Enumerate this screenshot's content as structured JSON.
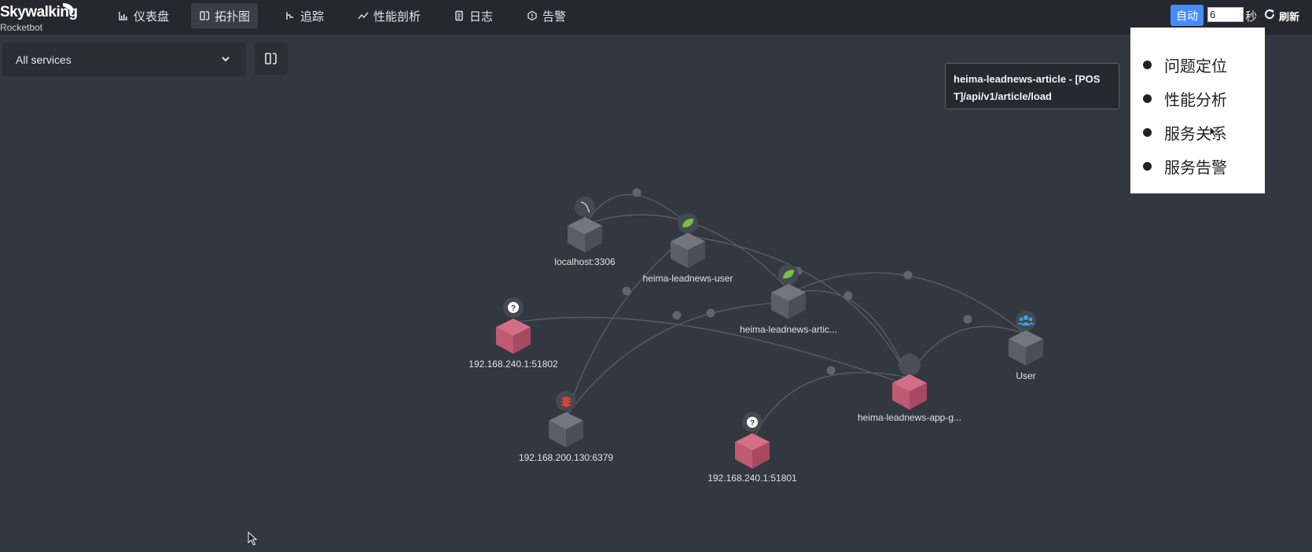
{
  "brand": {
    "name": "Skywalking",
    "sub": "Rocketbot"
  },
  "nav": [
    {
      "label": "仪表盘",
      "icon": "dashboard-icon",
      "active": false
    },
    {
      "label": "拓扑图",
      "icon": "topology-icon",
      "active": true
    },
    {
      "label": "追踪",
      "icon": "trace-icon",
      "active": false
    },
    {
      "label": "性能剖析",
      "icon": "profile-icon",
      "active": false
    },
    {
      "label": "日志",
      "icon": "log-icon",
      "active": false
    },
    {
      "label": "告警",
      "icon": "alarm-icon",
      "active": false
    }
  ],
  "refresh": {
    "auto_label": "自动",
    "interval": "6",
    "unit": "秒",
    "refresh_label": "刷新"
  },
  "service_select": {
    "value": "All services"
  },
  "tooltip": {
    "line1": "heima-leadnews-article - [POS",
    "line2": "T]/api/v1/article/load"
  },
  "context_menu": {
    "items": [
      "问题定位",
      "性能分析",
      "服务关系",
      "服务告警"
    ]
  },
  "topology": {
    "nodes": [
      {
        "id": "mysql",
        "label": "localhost:3306",
        "kind": "gray",
        "icon": "mysql-icon"
      },
      {
        "id": "user-svc",
        "label": "heima-leadnews-user",
        "kind": "gray",
        "icon": "spring-leaf-icon"
      },
      {
        "id": "article-svc",
        "label": "heima-leadnews-artic...",
        "kind": "gray",
        "icon": "spring-leaf-icon"
      },
      {
        "id": "ip51802",
        "label": "192.168.240.1:51802",
        "kind": "red",
        "icon": "unknown-icon"
      },
      {
        "id": "user",
        "label": "User",
        "kind": "gray",
        "icon": "users-icon"
      },
      {
        "id": "gateway",
        "label": "heima-leadnews-app-g...",
        "kind": "red",
        "icon": "none"
      },
      {
        "id": "redis",
        "label": "192.168.200.130:6379",
        "kind": "gray",
        "icon": "redis-icon"
      },
      {
        "id": "ip51801",
        "label": "192.168.240.1:51801",
        "kind": "red",
        "icon": "unknown-icon"
      }
    ],
    "colors": {
      "gray_cube": "#5d6169",
      "red_cube": "#c05a72",
      "edge": "#5a5f68",
      "accent": "#448dfe"
    }
  }
}
